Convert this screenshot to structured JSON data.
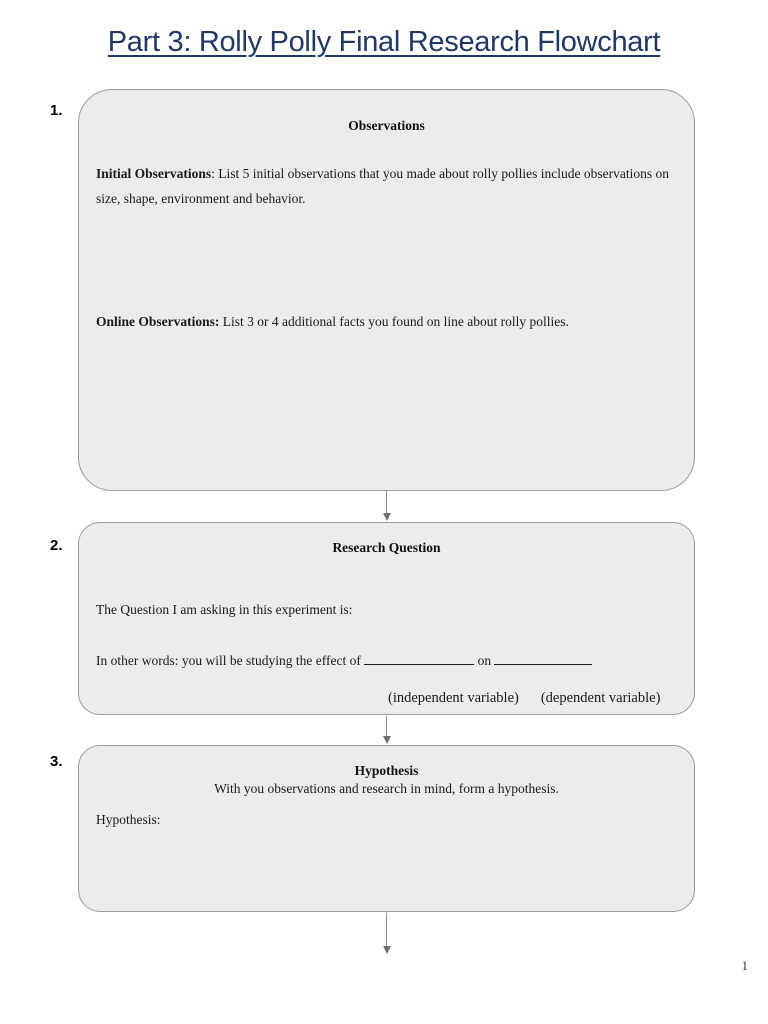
{
  "document": {
    "title": "Part 3: Rolly Polly Final Research Flowchart",
    "page_number": "1",
    "title_color": "#1F3864",
    "box_fill_color": "#ECECEC",
    "box_border_color": "#9A9A9A",
    "arrow_color": "#8C8C8C"
  },
  "steps": [
    {
      "number": "1.",
      "heading": "Observations",
      "paragraphs": [
        {
          "label": "Initial Observations",
          "label_suffix": ":",
          "text": " List 5 initial observations that you made about rolly pollies include observations on size, shape, environment and behavior."
        },
        {
          "label": "Online Observations:",
          "label_suffix": "",
          "text": " List 3 or 4 additional facts you found on line about rolly pollies."
        }
      ]
    },
    {
      "number": "2.",
      "heading": "Research Question",
      "prompt": "The Question I am asking in this experiment is:",
      "other_words_prefix": "In other words: you will be studying the effect of ",
      "other_words_middle": " on ",
      "independent_label": "(independent variable)",
      "dependent_label": "(dependent variable)"
    },
    {
      "number": "3.",
      "heading": "Hypothesis",
      "subheading": "With you observations and research in mind, form a hypothesis.",
      "field_label": "Hypothesis:"
    }
  ]
}
